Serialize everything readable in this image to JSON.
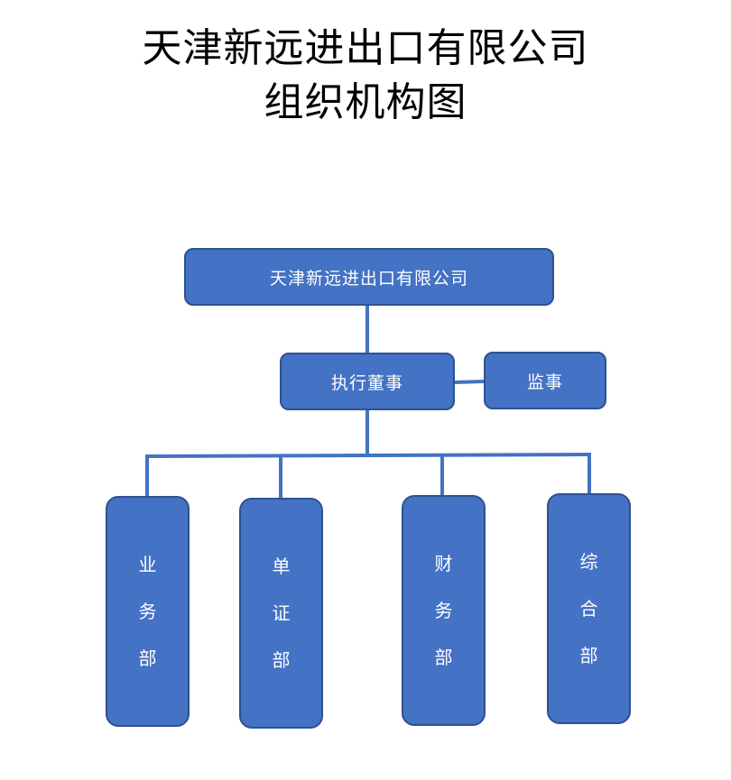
{
  "title": {
    "line1": "天津新远进出口有限公司",
    "line2": "组织机构图"
  },
  "org": {
    "company": "天津新远进出口有限公司",
    "director": "执行董事",
    "supervisor": "监事",
    "departments": [
      {
        "name": "业务部"
      },
      {
        "name": "单证部"
      },
      {
        "name": "财务部"
      },
      {
        "name": "综合部"
      }
    ]
  },
  "colors": {
    "box_fill": "#4472c4",
    "box_border": "#2f528f",
    "connector": "#4472c4",
    "box_text": "#ffffff"
  }
}
